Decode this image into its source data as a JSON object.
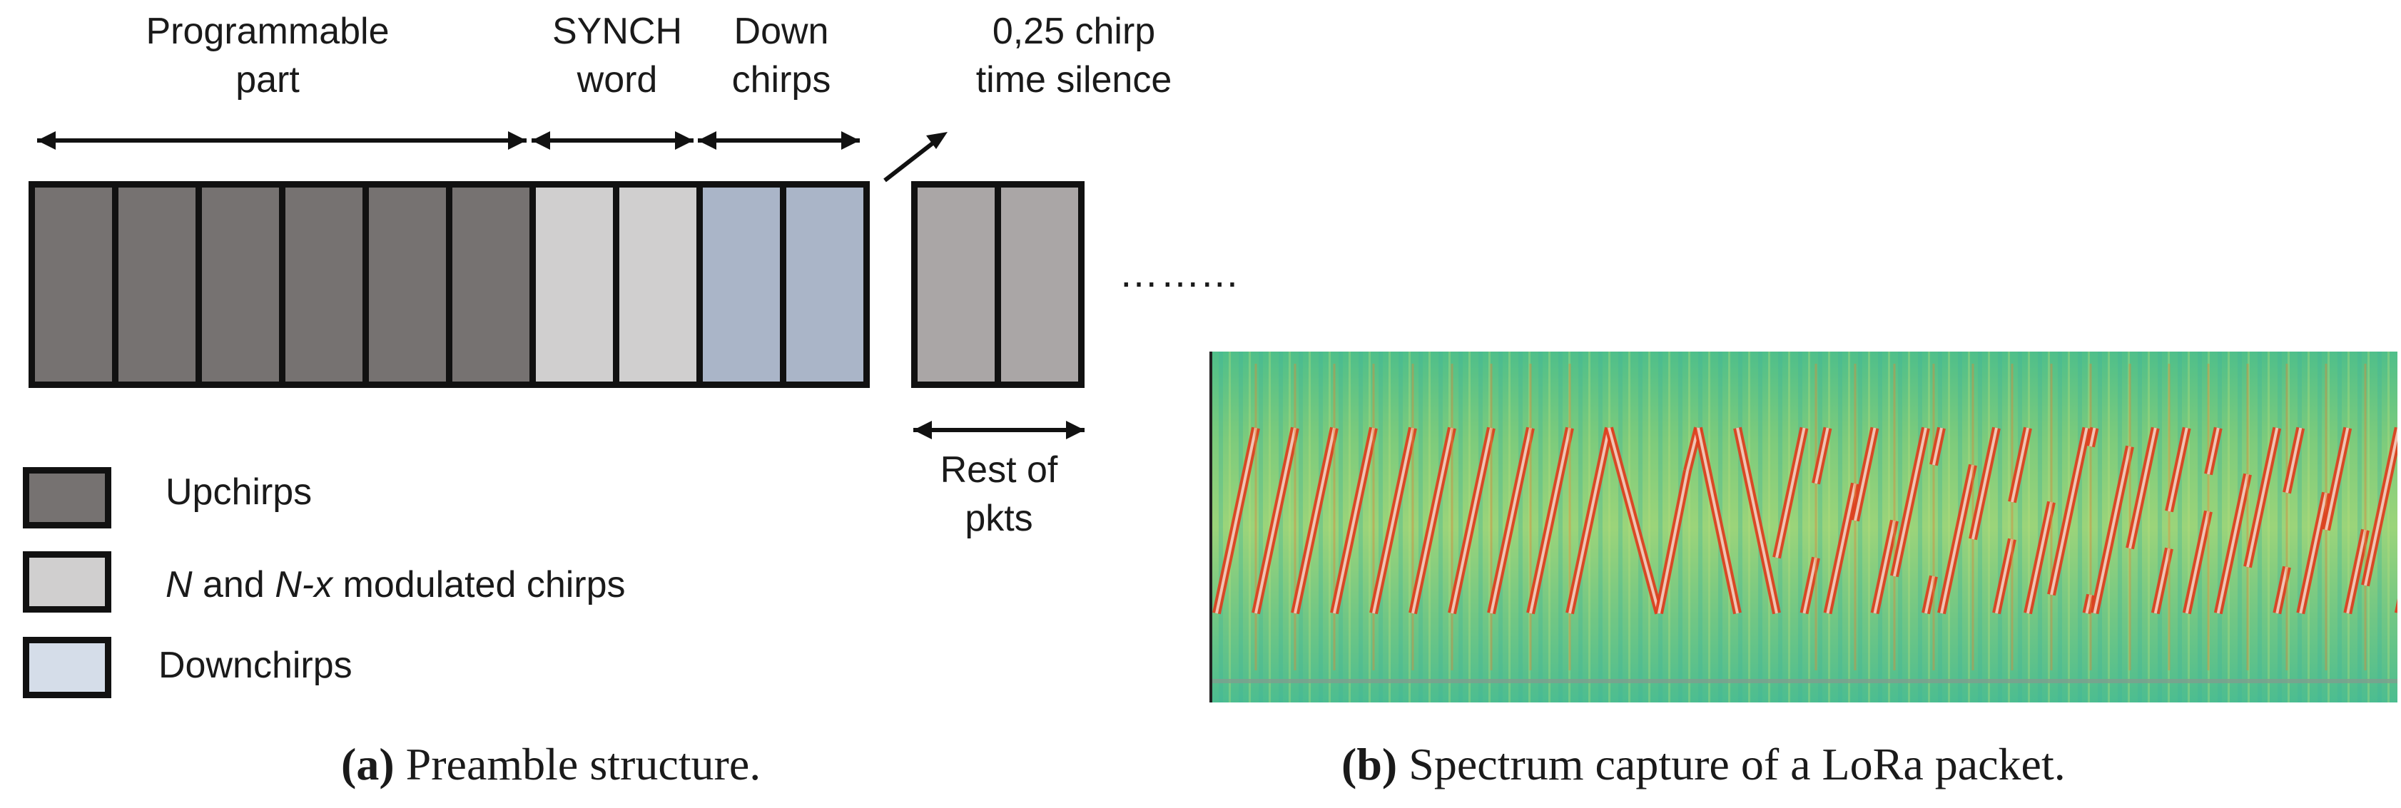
{
  "figure_a": {
    "labels": {
      "programmable": "Programmable\npart",
      "synch": "SYNCH\nword",
      "down": "Down\nchirps",
      "silence": "0,25 chirp\ntime silence",
      "rest": "Rest of\npkts",
      "dots": "……..."
    },
    "legend": {
      "upchirps": "Upchirps",
      "modulated_n": "N",
      "modulated_and": " and ",
      "modulated_nx": "N-x",
      "modulated_rest": " modulated chirps",
      "downchirps": "Downchirps"
    },
    "caption_letter": "(a)",
    "caption_text": " Preamble structure.",
    "colors": {
      "upchirp": "#767271",
      "modulated": "#d0cfcf",
      "downchirp": "#aab5c8",
      "rest": "#aaa6a6"
    }
  },
  "figure_b": {
    "caption_letter": "(b)",
    "caption_text": " Spectrum capture of a LoRa packet.",
    "colors": {
      "background": "#5cc48c",
      "chirp": "#e23a1c",
      "chirp_core": "#f4d2c4"
    }
  }
}
